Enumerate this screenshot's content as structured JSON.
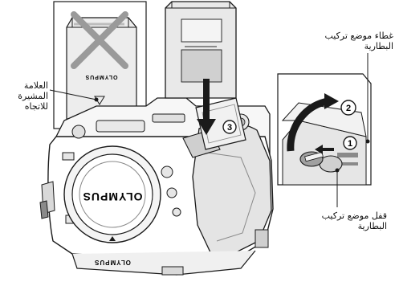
{
  "labels": {
    "direction_mark": [
      "العلامة",
      "المشيرة",
      "للاتجاه"
    ],
    "battery_cover": [
      "غطاء موضع تركيب",
      "البطارية"
    ],
    "battery_lock": [
      "قفل موضع تركيب",
      "البطارية"
    ]
  },
  "steps": [
    "1",
    "2",
    "3"
  ],
  "brand": "OLYMPUS",
  "colors": {
    "line": "#1a1a1a",
    "body": "#ffffff",
    "shade": "#d9d9d9",
    "dark": "#8a8a8a",
    "cross": "#9a9a9a"
  }
}
